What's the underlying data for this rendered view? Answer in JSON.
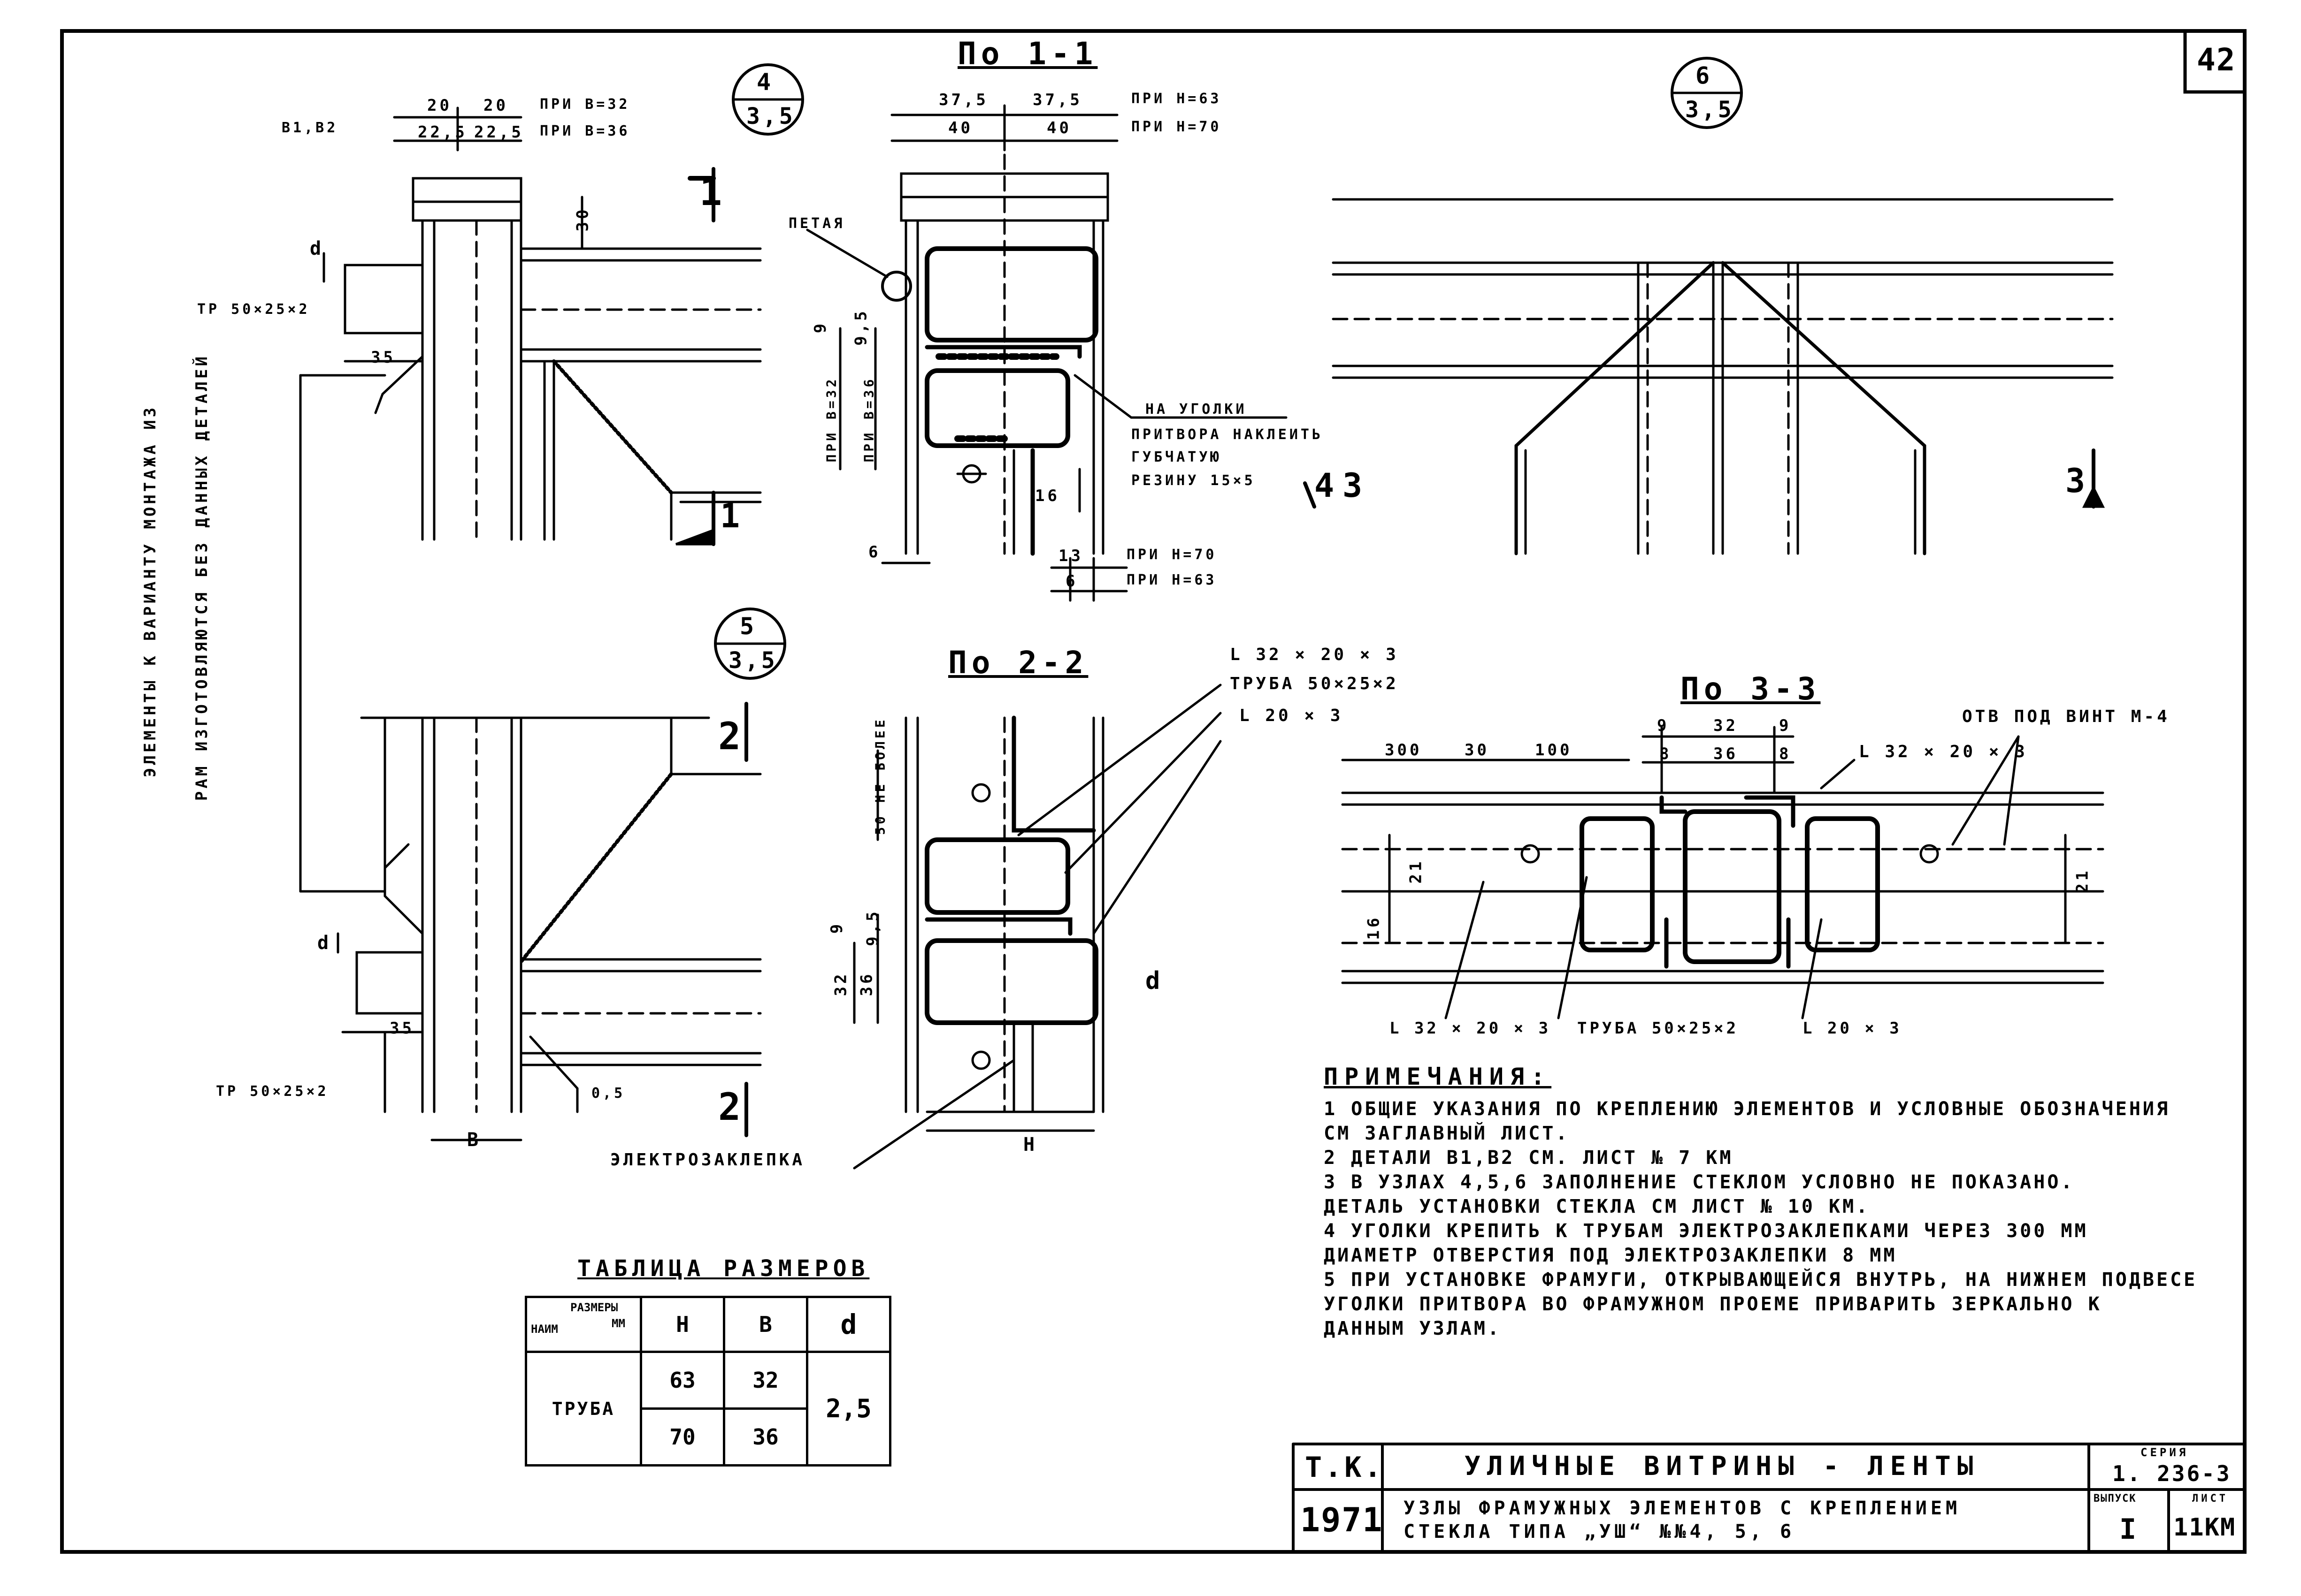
{
  "sheet_number": "42",
  "nodes": {
    "node4": {
      "num": "4",
      "sheet": "3,5"
    },
    "node5": {
      "num": "5",
      "sheet": "3,5"
    },
    "node6": {
      "num": "6",
      "sheet": "3,5"
    }
  },
  "sections": {
    "s11": "По 1-1",
    "s22": "По 2-2",
    "s33": "По 3-3",
    "mark1": "1",
    "mark2": "2",
    "mark3": "3",
    "mark4": "4"
  },
  "callouts": {
    "b1b2": "В1,В2",
    "tube_top": "ТР 50×25×2",
    "tube_bottom": "ТР 50×25×2",
    "petlya": "ПЕТАЯ",
    "na_ugolki": "НА УГОЛКИ",
    "pritvor1": "ПРИТВОРА НАКЛЕИТЬ",
    "pritvor2": "ГУБЧАТУЮ",
    "pritvor3": "РЕЗИНУ 15×5",
    "side_note1": "ЭЛЕМЕНТЫ К ВАРИАНТУ МОНТАЖА ИЗ",
    "side_note2": "РАМ ИЗГОТОВЛЯЮТСЯ БЕЗ ДАННЫХ ДЕТАЛЕЙ",
    "ang_32": "L 32 × 20 × 3",
    "truba": "ТРУБА 50×25×2",
    "ang_20": "L 20 × 3",
    "electro": "ЭЛЕКТРОЗАКЛЕПКА",
    "otv": "ОТВ ПОД ВИНТ М-4",
    "s33_ang32_top": "L 32 × 20 × 3",
    "s33_ang32_bot": "L 32 × 20 × 3",
    "s33_truba": "ТРУБА 50×25×2",
    "s33_ang20": "L 20 × 3",
    "weld": "0,5"
  },
  "dims": {
    "d20a": "20",
    "d20b": "20",
    "pri_b32": "ПРИ В=32",
    "d225a": "22,5",
    "d225b": "22,5",
    "pri_b36": "ПРИ В=36",
    "d30": "30",
    "d35a": "35",
    "d35b": "35",
    "d_a": "d",
    "d_b": "d",
    "d375a": "37,5",
    "d375b": "37,5",
    "pri_h63": "ПРИ Н=63",
    "d40a": "40",
    "d40b": "40",
    "pri_h70": "ПРИ Н=70",
    "d9": "9",
    "d95": "9,5",
    "pb32": "ПРИ В=32",
    "pb36": "ПРИ В=36",
    "d16": "16",
    "d6": "6",
    "d13": "13",
    "pri_h70b": "ПРИ Н=70",
    "d6b": "6",
    "pri_h63b": "ПРИ Н=63",
    "s22_50": "50 НЕ БОЛЕЕ",
    "s22_9": "9",
    "s22_95": "9,5",
    "s22_32": "32",
    "s22_36": "36",
    "s22_d": "d",
    "s22_h": "Н",
    "s5_b": "В",
    "s33_300": "300",
    "s33_30": "30",
    "s33_100": "100",
    "s33_9a": "9",
    "s33_32": "32",
    "s33_9b": "9",
    "s33_8a": "8",
    "s33_36": "36",
    "s33_8b": "8",
    "s33_21a": "21",
    "s33_16": "16",
    "s33_21b": "21"
  },
  "size_table": {
    "title": "ТАБЛИЦА РАЗМЕРОВ",
    "head_sizes": "РАЗМЕРЫ",
    "head_mm": "ММ",
    "head_name": "НАИМ",
    "col_h": "Н",
    "col_b": "В",
    "col_d": "d",
    "row_name": "ТРУБА",
    "rows": [
      {
        "h": "63",
        "b": "32"
      },
      {
        "h": "70",
        "b": "36"
      }
    ],
    "d_value": "2,5"
  },
  "notes": {
    "title": "ПРИМЕЧАНИЯ:",
    "lines": [
      "1 ОБЩИЕ УКАЗАНИЯ ПО КРЕПЛЕНИЮ ЭЛЕМЕНТОВ И УСЛОВНЫЕ ОБОЗНАЧЕНИЯ",
      "  СМ ЗАГЛАВНЫЙ ЛИСТ.",
      "2 ДЕТАЛИ В1,В2 СМ. ЛИСТ № 7 КМ",
      "3 В УЗЛАХ 4,5,6 ЗАПОЛНЕНИЕ СТЕКЛОМ УСЛОВНО НЕ ПОКАЗАНО.",
      "  ДЕТАЛЬ УСТАНОВКИ СТЕКЛА СМ ЛИСТ № 10 КМ.",
      "4 УГОЛКИ КРЕПИТЬ К ТРУБАМ ЭЛЕКТРОЗАКЛЕПКАМИ ЧЕРЕЗ 300 ММ",
      "  ДИАМЕТР ОТВЕРСТИЯ ПОД ЭЛЕКТРОЗАКЛЕПКИ 8 ММ",
      "5 ПРИ УСТАНОВКЕ ФРАМУГИ, ОТКРЫВАЮЩЕЙСЯ ВНУТРЬ, НА НИЖНЕМ ПОДВЕСЕ",
      "  УГОЛКИ ПРИТВОРА ВО ФРАМУЖНОМ ПРОЕМЕ ПРИВАРИТЬ ЗЕРКАЛЬНО К",
      "  ДАННЫМ УЗЛАМ."
    ]
  },
  "title_block": {
    "org": "Т.К.",
    "year": "1971",
    "title": "УЛИЧНЫЕ ВИТРИНЫ - ЛЕНТЫ",
    "subtitle1": "УЗЛЫ ФРАМУЖНЫХ ЭЛЕМЕНТОВ С КРЕПЛЕНИЕМ",
    "subtitle2": "СТЕКЛА ТИПА „УШ“ №№4, 5, 6",
    "series_label": "СЕРИЯ",
    "series": "1. 236-3",
    "issue_label": "ВЫПУСК",
    "issue": "I",
    "sheet_label": "ЛИСТ",
    "sheet": "11КМ"
  }
}
